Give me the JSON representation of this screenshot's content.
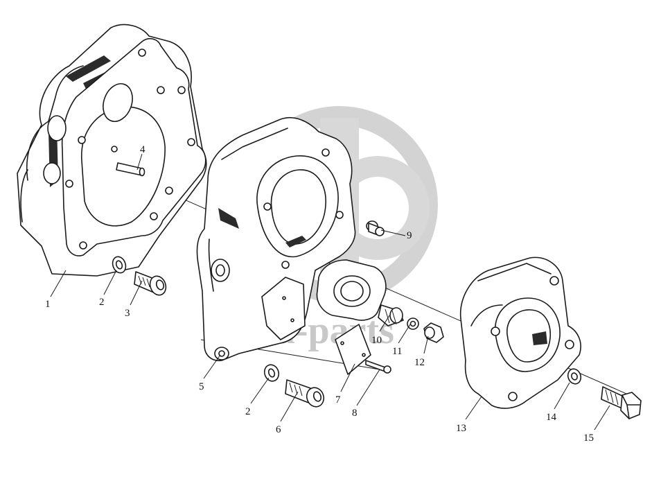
{
  "watermark": {
    "text": "data-parts",
    "color": "#c8c8c8"
  },
  "callouts": [
    {
      "id": "1",
      "label": "1"
    },
    {
      "id": "2a",
      "label": "2"
    },
    {
      "id": "3",
      "label": "3"
    },
    {
      "id": "4",
      "label": "4"
    },
    {
      "id": "5",
      "label": "5"
    },
    {
      "id": "2b",
      "label": "2"
    },
    {
      "id": "6",
      "label": "6"
    },
    {
      "id": "7",
      "label": "7"
    },
    {
      "id": "8",
      "label": "8"
    },
    {
      "id": "9",
      "label": "9"
    },
    {
      "id": "10",
      "label": "10"
    },
    {
      "id": "11",
      "label": "11"
    },
    {
      "id": "12",
      "label": "12"
    },
    {
      "id": "13",
      "label": "13"
    },
    {
      "id": "14",
      "label": "14"
    },
    {
      "id": "15",
      "label": "15"
    }
  ]
}
